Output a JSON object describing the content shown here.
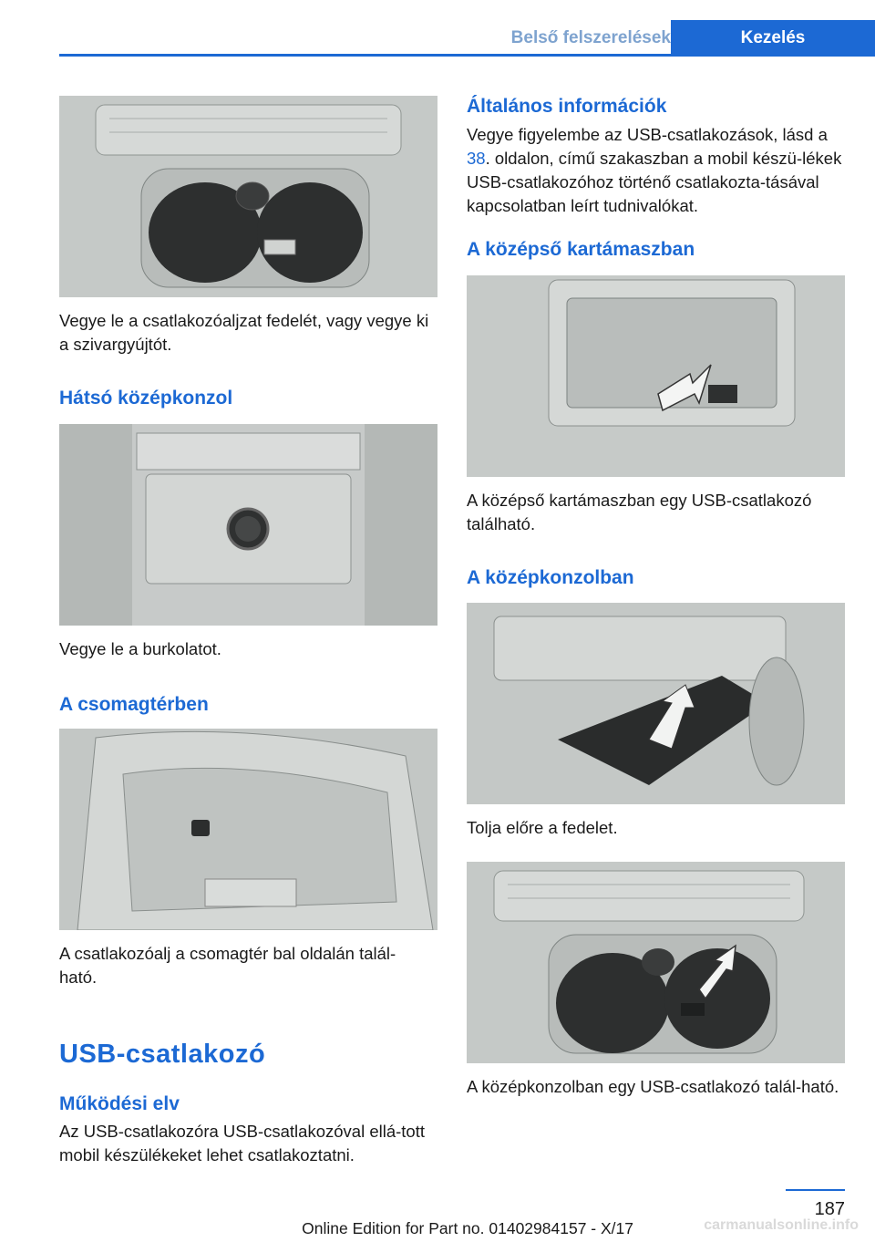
{
  "header": {
    "section_tab": "Belső felszerelések",
    "chapter_tab": "Kezelés"
  },
  "left_column": {
    "fig1_caption": "Vegye le a csatlakozóaljzat fedelét, vagy vegye ki a szivargyújtót.",
    "heading_rear_console": "Hátsó középkonzol",
    "fig2_caption": "Vegye le a burkolatot.",
    "heading_trunk": "A csomagtérben",
    "fig3_caption": "A csatlakozóalj a csomagtér bal oldalán talál-ható.",
    "section_title": "USB-csatlakozó",
    "heading_principle": "Működési elv",
    "principle_text": "Az USB-csatlakozóra USB-csatlakozóval ellá-tott mobil készülékeket lehet csatlakoztatni."
  },
  "right_column": {
    "heading_general": "Általános információk",
    "general_text_before_link": "Vegye figyelembe az USB-csatlakozások, lásd a ",
    "general_link": "38",
    "general_text_after_link": ". oldalon, című szakaszban a mobil készü-lékek USB-csatlakozóhoz történő csatlakozta-tásával kapcsolatban leírt tudnivalókat.",
    "heading_armrest": "A középső kartámaszban",
    "fig4_caption": "A középső kartámaszban egy USB-csatlakozó található.",
    "heading_center_console": "A középkonzolban",
    "fig5_caption": "Tolja előre a fedelet.",
    "fig6_caption": "A középkonzolban egy USB-csatlakozó talál-ható."
  },
  "footer": {
    "page_number": "187",
    "edition": "Online Edition for Part no. 01402984157 - X/17",
    "watermark": "carmanualsonline.info"
  }
}
